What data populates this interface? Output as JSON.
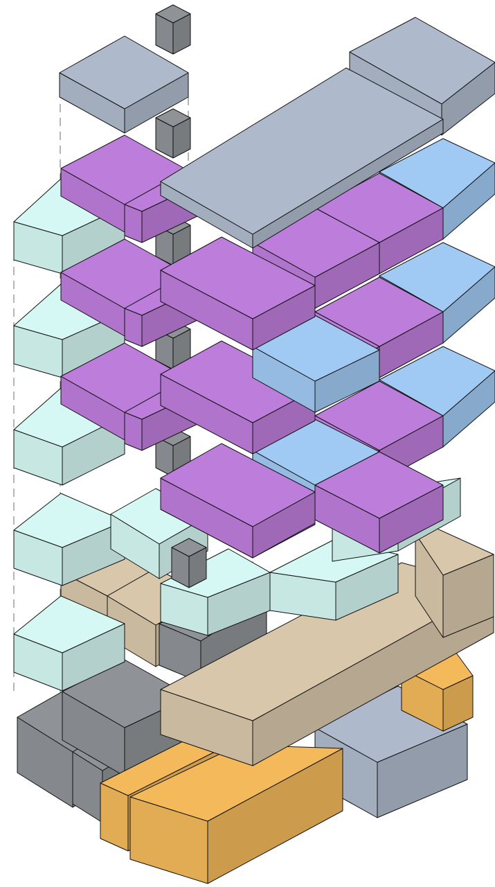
{
  "diagram": {
    "kind": "exploded axonometric building massing",
    "legend_colors": {
      "roof_slate": "#aebacb",
      "core_gray": "#8f9296",
      "unit_purple": "#bd7ddb",
      "unit_blue": "#a0c9f3",
      "unit_mint": "#d6f8f4",
      "base_tan": "#d8c7ab",
      "retail_orange": "#f3b95b",
      "line": "#111111",
      "guide_dash": "#6b6b6b"
    },
    "layers": [
      {
        "id": "roof",
        "color": "roof_slate"
      },
      {
        "id": "upper-levels",
        "color": "unit_purple"
      },
      {
        "id": "upper-levels-east",
        "color": "unit_blue"
      },
      {
        "id": "terraces",
        "color": "unit_mint"
      },
      {
        "id": "podium",
        "color": "base_tan"
      },
      {
        "id": "ground",
        "color": "retail_orange"
      },
      {
        "id": "cores",
        "color": "core_gray"
      }
    ]
  }
}
